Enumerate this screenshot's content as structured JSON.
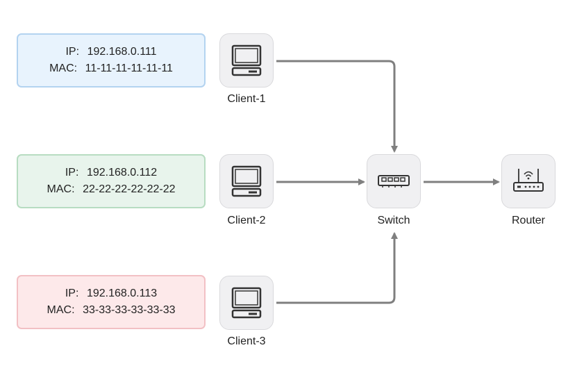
{
  "clients": [
    {
      "ip_label": "IP",
      "ip": "192.168.0.111",
      "mac_label": "MAC",
      "mac": "11-11-11-11-11-11",
      "name": "Client-1",
      "color": "#e8f3fd",
      "border": "#b3d3f0"
    },
    {
      "ip_label": "IP",
      "ip": "192.168.0.112",
      "mac_label": "MAC",
      "mac": "22-22-22-22-22-22",
      "name": "Client-2",
      "color": "#e8f4ec",
      "border": "#b7dcc1"
    },
    {
      "ip_label": "IP",
      "ip": "192.168.0.113",
      "mac_label": "MAC",
      "mac": "33-33-33-33-33-33",
      "name": "Client-3",
      "color": "#fde9ea",
      "border": "#f2c0c4"
    }
  ],
  "switch": {
    "name": "Switch"
  },
  "router": {
    "name": "Router"
  },
  "colors": {
    "connector": "#7f7f7f",
    "node_bg": "#f0f0f2",
    "icon": "#333333"
  }
}
